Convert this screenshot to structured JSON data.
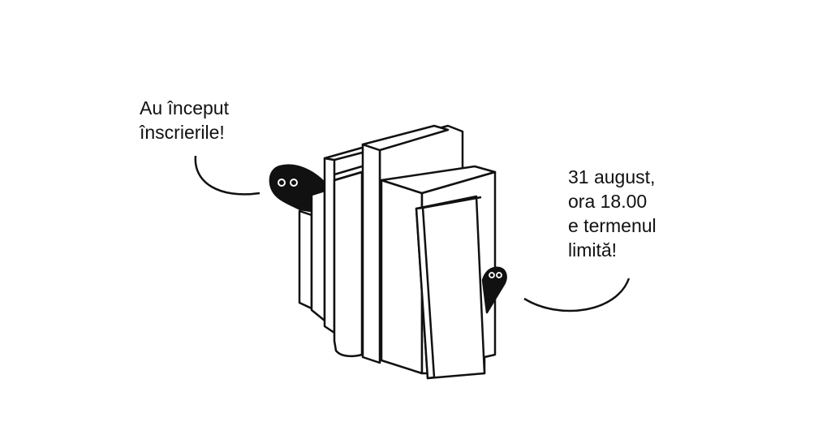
{
  "left_bubble": {
    "lines": [
      "Au început",
      "înscrierile!"
    ]
  },
  "right_bubble": {
    "lines": [
      "31 august,",
      "ora 18.00",
      "e termenul",
      "limită!"
    ]
  },
  "colors": {
    "ink": "#111111",
    "background": "#ffffff"
  }
}
